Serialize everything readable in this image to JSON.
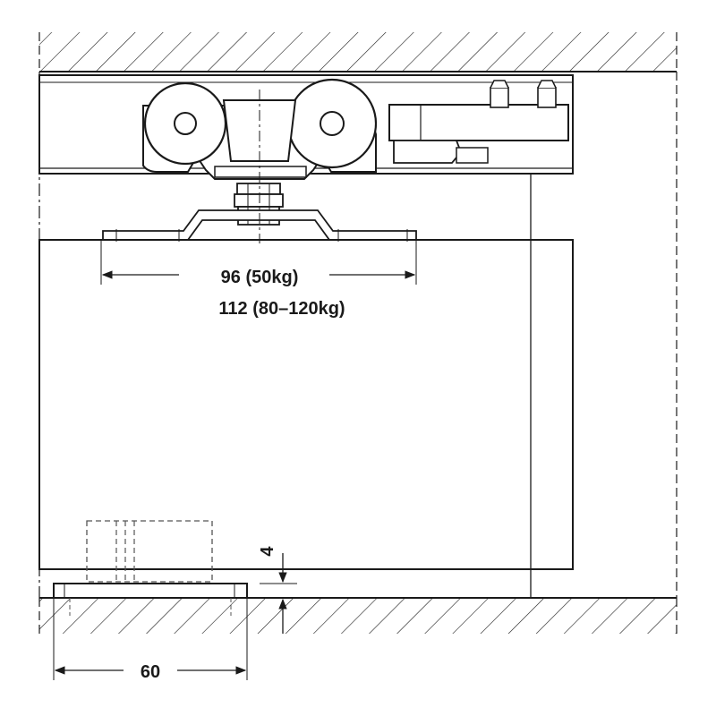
{
  "drawing": {
    "colors": {
      "line": "#1a1a1a",
      "fill": "#ffffff",
      "hatch": "#1a1a1a",
      "hidden": "#555555"
    },
    "dimensions": {
      "roller_width_line1": "96 (50kg)",
      "roller_width_line2": "112 (80–120kg)",
      "floor_gap": "4",
      "floor_guide_width": "60"
    }
  }
}
